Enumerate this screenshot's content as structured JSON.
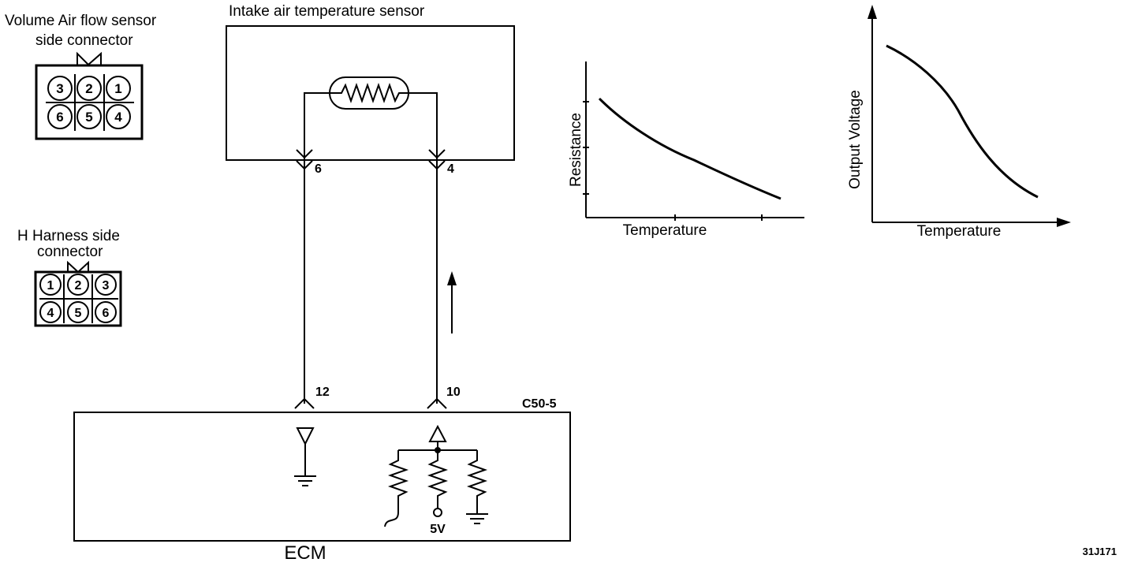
{
  "sensor_connector": {
    "title_line1": "Volume Air flow sensor",
    "title_line2": "side connector",
    "pins_top": [
      "3",
      "2",
      "1"
    ],
    "pins_bottom": [
      "6",
      "5",
      "4"
    ]
  },
  "harness_connector": {
    "title_line1": "H Harness side",
    "title_line2": "connector",
    "pins_top": [
      "1",
      "2",
      "3"
    ],
    "pins_bottom": [
      "4",
      "5",
      "6"
    ]
  },
  "sensor": {
    "title": "Intake air temperature sensor",
    "pin_left": "6",
    "pin_right": "4"
  },
  "ecm": {
    "label": "ECM",
    "connector": "C50-5",
    "pin_left": "12",
    "pin_right": "10",
    "supply": "5V"
  },
  "resistance_graph": {
    "ylabel": "Resistance",
    "xlabel": "Temperature"
  },
  "voltage_graph": {
    "ylabel": "Output Voltage",
    "xlabel": "Temperature"
  },
  "figure_code": "31J171"
}
